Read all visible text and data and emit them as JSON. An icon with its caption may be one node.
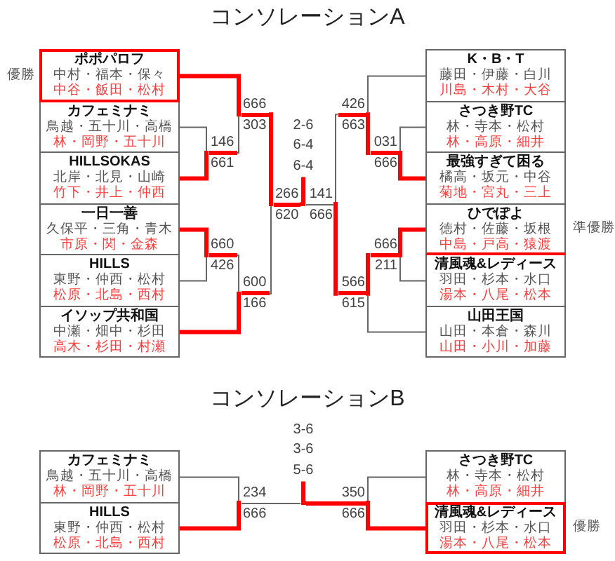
{
  "diagram": {
    "title": "コンソレーションA",
    "nodes": [
      {
        "text": [
          "ポポパロフ",
          "中村・福本・保々",
          "中谷・飯田・松村"
        ],
        "beside": [
          "優勝"
        ]
      },
      {
        "text": [
          "カフェミナミ",
          "鳥越・五十川・高橋",
          "林・岡野・五十川"
        ]
      },
      {
        "text": [
          "HILLSOKAS",
          "北岸・北見・山崎",
          "竹下・井上・仲西"
        ]
      },
      {
        "text": [
          "一日一善",
          "久保平・三角・青木",
          "市原・関・金森"
        ]
      },
      {
        "text": [
          "HILLS",
          "東野・仲西・松村",
          "松原・北島・西村"
        ]
      },
      {
        "text": [
          "イソップ共和国",
          "中瀬・畑中・杉田",
          "高木・杉田・村瀬"
        ]
      },
      {
        "text": [
          "K・B・T",
          "藤田・伊藤・白川",
          "川島・木村・大谷"
        ]
      },
      {
        "text": [
          "さつき野TC",
          "林・寺本・松村",
          "林・高原・細井"
        ]
      },
      {
        "text": [
          "最強すぎて困る",
          "橘高・坂元・中谷",
          "菊地・宮丸・三上"
        ]
      },
      {
        "text": [
          "ひでぽよ",
          "徳村・佐藤・坂根",
          "中島・戸高・猿渡"
        ],
        "beside": [
          "準優勝"
        ]
      },
      {
        "text": [
          "清風魂&レディース",
          "羽田・杉本・水口",
          "湯本・八尾・松本"
        ]
      },
      {
        "text": [
          "山田王国",
          "山田・本倉・森川",
          "山田・小川・加藤"
        ]
      },
      {
        "text": [
          "カフェミナミ",
          "鳥越・五十川・高橋",
          "林・岡野・五十川"
        ]
      },
      {
        "text": [
          "HILLS",
          "東野・仲西・松村",
          "松原・北島・西村"
        ]
      },
      {
        "text": [
          "さつき野TC",
          "林・寺本・松村",
          "林・高原・細井"
        ]
      },
      {
        "text": [
          "清風魂&レディース",
          "羽田・杉本・水口",
          "湯本・八尾・松本"
        ],
        "beside": [
          "優勝"
        ]
      },
      {
        "text": [
          "146",
          "661"
        ]
      },
      {
        "text": [
          "666",
          "303"
        ]
      },
      {
        "text": [
          "660",
          "426"
        ]
      },
      {
        "text": [
          "600",
          "166"
        ]
      },
      {
        "text": [
          "266",
          "620"
        ]
      },
      {
        "text": [
          "2-6",
          "6-4",
          "6-4"
        ]
      },
      {
        "text": [
          "141",
          "666"
        ]
      },
      {
        "text": [
          "426",
          "663"
        ]
      },
      {
        "text": [
          "031",
          "666"
        ]
      },
      {
        "text": [
          "666",
          "211"
        ]
      },
      {
        "text": [
          "566",
          "615"
        ]
      },
      {
        "text": [
          "3-6",
          "3-6",
          "5-6"
        ]
      },
      {
        "text": [
          "234",
          "666"
        ]
      },
      {
        "text": [
          "350",
          "666"
        ]
      }
    ],
    "edges": [
      {
        "from": 1,
        "to": 16,
        "arrow": "none",
        "color": "#666666"
      },
      {
        "from": 2,
        "to": 16,
        "arrow": "none"
      },
      {
        "from": 0,
        "to": 17,
        "arrow": "none"
      },
      {
        "from": 16,
        "to": 17,
        "arrow": "none",
        "color": "#666666"
      },
      {
        "from": 3,
        "to": 18,
        "arrow": "none"
      },
      {
        "from": 4,
        "to": 18,
        "arrow": "none",
        "color": "#666666"
      },
      {
        "from": 18,
        "to": 19,
        "arrow": "none",
        "color": "#666666"
      },
      {
        "from": 5,
        "to": 19,
        "arrow": "none"
      },
      {
        "from": 17,
        "to": 20,
        "arrow": "none"
      },
      {
        "from": 19,
        "to": 20,
        "arrow": "none",
        "color": "#666666"
      },
      {
        "from": 20,
        "to": 21,
        "arrow": "none"
      },
      {
        "from": 7,
        "to": 24,
        "arrow": "none",
        "color": "#666666"
      },
      {
        "from": 8,
        "to": 24,
        "arrow": "none"
      },
      {
        "from": 6,
        "to": 23,
        "arrow": "none",
        "color": "#666666"
      },
      {
        "from": 24,
        "to": 23,
        "arrow": "none"
      },
      {
        "from": 9,
        "to": 25,
        "arrow": "none"
      },
      {
        "from": 10,
        "to": 25,
        "arrow": "none",
        "color": "#666666"
      },
      {
        "from": 25,
        "to": 26,
        "arrow": "none"
      },
      {
        "from": 11,
        "to": 26,
        "arrow": "none",
        "color": "#666666"
      },
      {
        "from": 23,
        "to": 22,
        "arrow": "none",
        "color": "#666666"
      },
      {
        "from": 26,
        "to": 22,
        "arrow": "none"
      },
      {
        "from": 12,
        "to": 28,
        "arrow": "none",
        "color": "#666666"
      },
      {
        "from": 13,
        "to": 28,
        "arrow": "none"
      },
      {
        "from": 14,
        "to": 29,
        "arrow": "none",
        "color": "#666666"
      },
      {
        "from": 15,
        "to": 29,
        "arrow": "none"
      },
      {
        "from": 29,
        "to": 27,
        "arrow": "none"
      }
    ],
    "labels": [
      "コンソレーションB"
    ]
  }
}
